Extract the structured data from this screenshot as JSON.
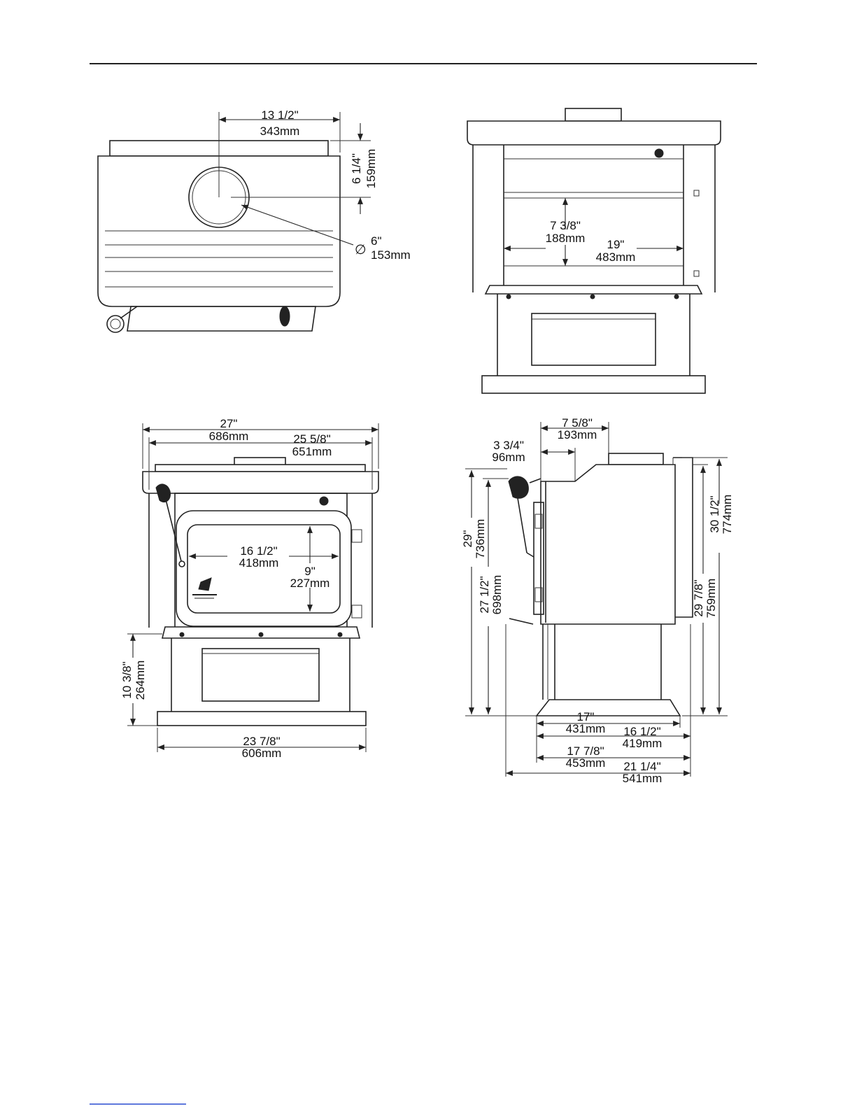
{
  "views": {
    "top": {
      "width_in": "13 1/2\"",
      "width_mm": "343mm",
      "depth_in": "6 1/4\"",
      "depth_mm": "159mm",
      "dia_symbol": "∅",
      "dia_in": "6\"",
      "dia_mm": "153mm"
    },
    "rear": {
      "height_in": "7 3/8\"",
      "height_mm": "188mm",
      "width_in": "19\"",
      "width_mm": "483mm"
    },
    "front": {
      "overall_in": "27\"",
      "overall_mm": "686mm",
      "top_in": "25 5/8\"",
      "top_mm": "651mm",
      "glass_w_in": "16 1/2\"",
      "glass_w_mm": "418mm",
      "glass_h_in": "9\"",
      "glass_h_mm": "227mm",
      "pedestal_h_in": "10 3/8\"",
      "pedestal_h_mm": "264mm",
      "base_in": "23 7/8\"",
      "base_mm": "606mm"
    },
    "side": {
      "flue_in": "7 5/8\"",
      "flue_mm": "193mm",
      "front_off_in": "3 3/4\"",
      "front_off_mm": "96mm",
      "h1_in": "29\"",
      "h1_mm": "736mm",
      "h2_in": "27 1/2\"",
      "h2_mm": "698mm",
      "h3_in": "30 1/2\"",
      "h3_mm": "774mm",
      "h4_in": "29 7/8\"",
      "h4_mm": "759mm",
      "d1_in": "17\"",
      "d1_mm": "431mm",
      "d2_in": "16 1/2\"",
      "d2_mm": "419mm",
      "d3_in": "17 7/8\"",
      "d3_mm": "453mm",
      "d4_in": "21 1/4\"",
      "d4_mm": "541mm"
    }
  }
}
